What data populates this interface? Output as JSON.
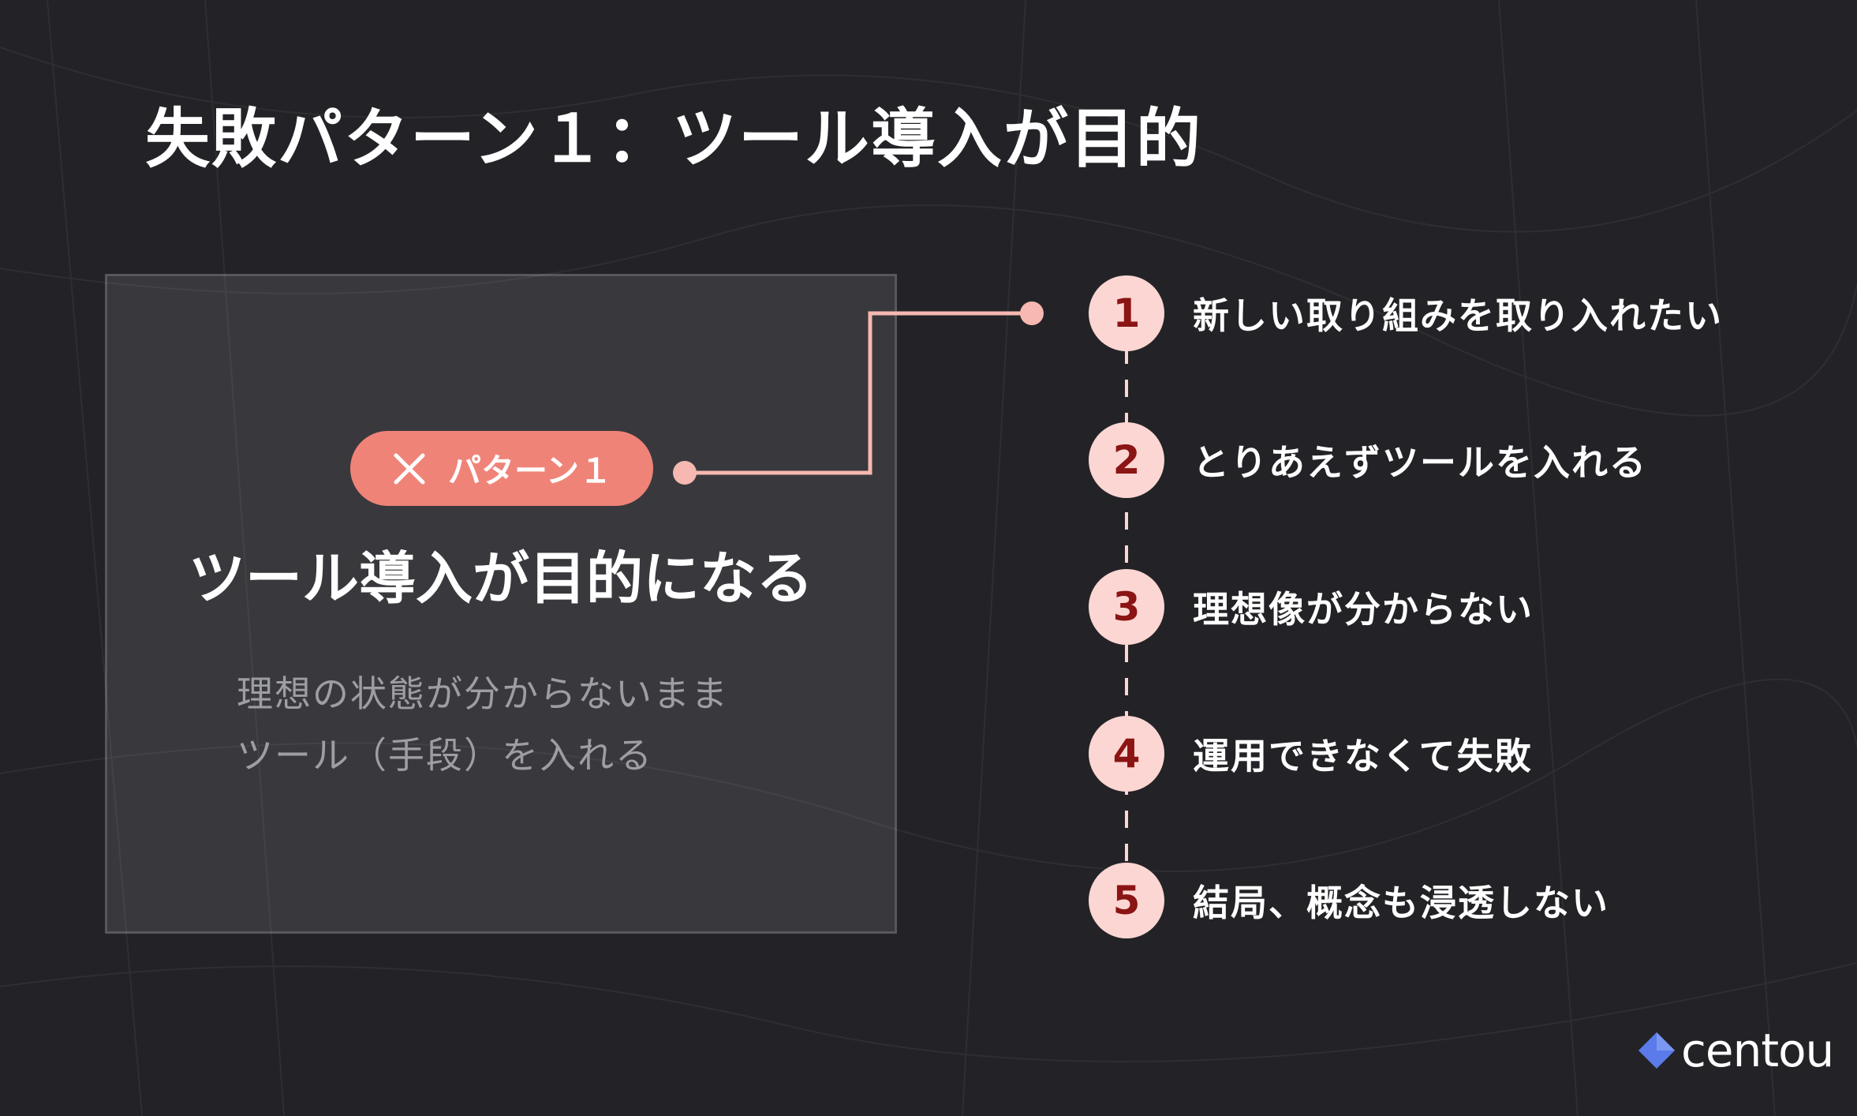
{
  "title": "失敗パターン１：ツール導入が目的",
  "card": {
    "badge_label": "パターン１",
    "heading": "ツール導入が目的になる",
    "description_lines": [
      "理想の状態が分からないまま",
      "ツール（手段）を入れる"
    ]
  },
  "steps": [
    {
      "number": "1",
      "label": "新しい取り組みを取り入れたい"
    },
    {
      "number": "2",
      "label": "とりあえずツールを入れる"
    },
    {
      "number": "3",
      "label": "理想像が分からない"
    },
    {
      "number": "4",
      "label": "運用できなくて失敗"
    },
    {
      "number": "5",
      "label": "結局、概念も浸透しない"
    }
  ],
  "logo": {
    "text": "centou",
    "icon": "diamond-icon"
  },
  "colors": {
    "background": "#232327",
    "badge": "#f08378",
    "step_circle": "#fcd6d2",
    "step_number": "#8b1414",
    "connector": "#f6b8b0",
    "logo_icon": "#5b7bea"
  }
}
